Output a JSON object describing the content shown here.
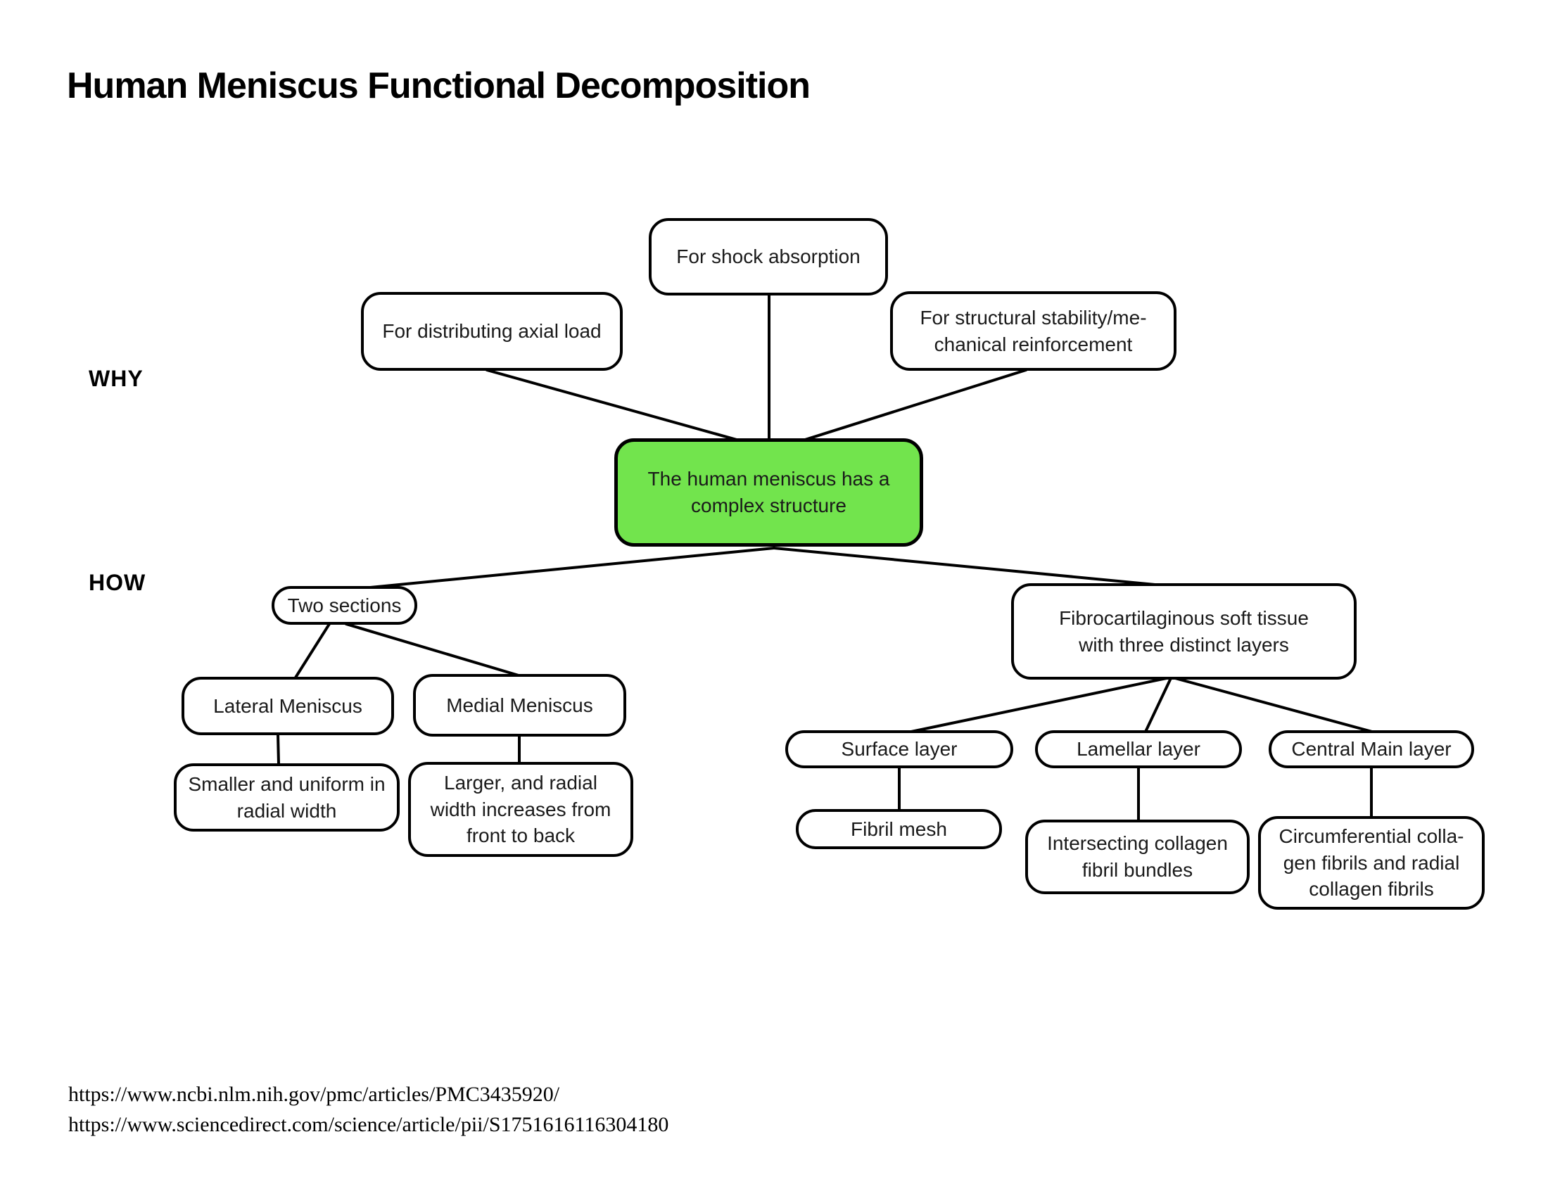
{
  "title": "Human Meniscus Functional Decomposition",
  "labels": {
    "why": "WHY",
    "how": "HOW"
  },
  "colors": {
    "root_node_fill": "#72e44d",
    "node_stroke": "#000000"
  },
  "nodes": {
    "shock": "For shock absorption",
    "axial": "For distributing axial load",
    "stability": "For structural stability/me-\nchanical reinforcement",
    "root": "The human meniscus has a\ncomplex structure",
    "two_sections": "Two sections",
    "fibro": "Fibrocartilaginous soft tissue\nwith three distinct layers",
    "lateral": "Lateral Meniscus",
    "medial": "Medial Meniscus",
    "smaller": "Smaller and uniform in\nradial width",
    "larger": "Larger, and radial\nwidth increases from\nfront to back",
    "surface": "Surface layer",
    "lamellar": "Lamellar layer",
    "central": "Central Main layer",
    "fibril_mesh": "Fibril mesh",
    "intersecting": "Intersecting collagen\nfibril bundles",
    "circumferential": "Circumferential colla-\ngen fibrils and radial\ncollagen fibrils"
  },
  "sources": [
    "https://www.ncbi.nlm.nih.gov/pmc/articles/PMC3435920/",
    "https://www.sciencedirect.com/science/article/pii/S1751616116304180"
  ]
}
